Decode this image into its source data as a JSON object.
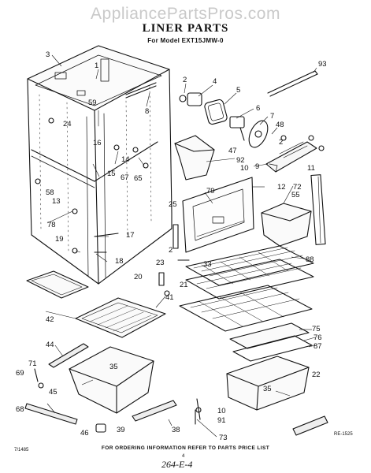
{
  "watermark": "AppliancePartsPros.com",
  "title": "LINER PARTS",
  "subtitle": "For Model EXT15JMW-0",
  "footer_note": "FOR ORDERING INFORMATION REFER TO PARTS PRICE LIST",
  "page_number": "4",
  "code_left": "7/1485",
  "code_right": "RE-1525",
  "handwritten_code": "264-E-4",
  "callouts": [
    "3",
    "1",
    "93",
    "2",
    "4",
    "5",
    "6",
    "7",
    "48",
    "2",
    "9",
    "11",
    "59",
    "8",
    "24",
    "47",
    "92",
    "10",
    "16",
    "15",
    "14",
    "67",
    "65",
    "12",
    "79",
    "72",
    "55",
    "58",
    "13",
    "78",
    "19",
    "17",
    "18",
    "25",
    "2",
    "23",
    "33",
    "20",
    "21",
    "88",
    "42",
    "41",
    "75",
    "76",
    "87",
    "44",
    "71",
    "35",
    "69",
    "45",
    "68",
    "35",
    "22",
    "46",
    "39",
    "38",
    "10",
    "91",
    "73"
  ]
}
